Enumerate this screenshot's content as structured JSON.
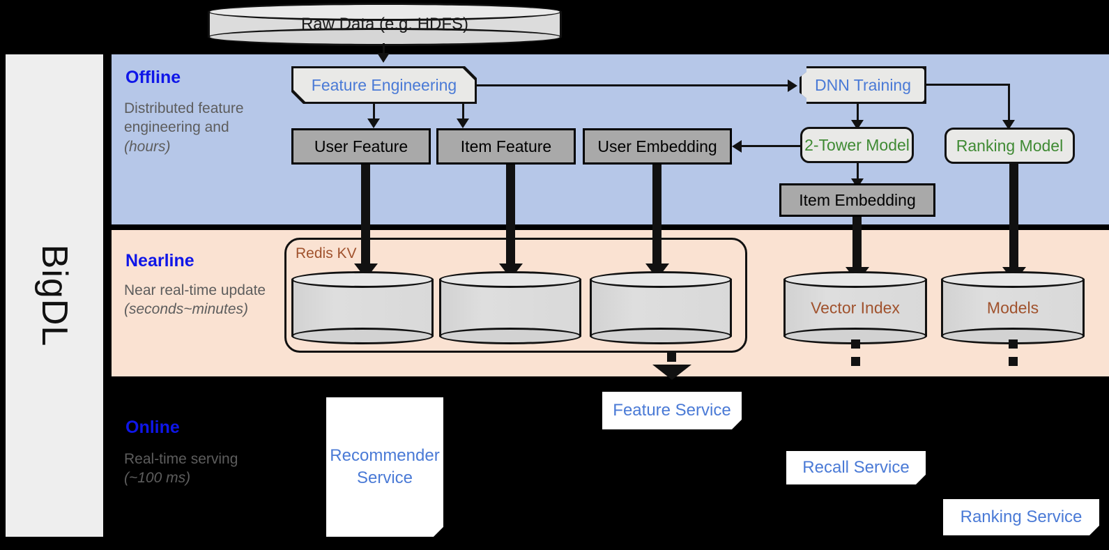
{
  "framework": {
    "name": "BigDL"
  },
  "source": {
    "label": "Raw Data (e.g. HDFS)"
  },
  "layers": [
    {
      "id": "offline",
      "title": "Offline",
      "subtitle": "Distributed feature engineering and ",
      "subtitle_em": "(hours)",
      "band_color": "#b6c7e8"
    },
    {
      "id": "nearline",
      "title": "Nearline",
      "subtitle": "Near real-time update ",
      "subtitle_em": "(seconds~minutes)",
      "band_color": "#fae2d2"
    },
    {
      "id": "online",
      "title": "Online",
      "subtitle": "Real-time serving ",
      "subtitle_em": "(~100 ms)",
      "band_color": "#000000"
    }
  ],
  "offline": {
    "feature_engineering": "Feature Engineering",
    "dnn_training": "DNN Training",
    "user_feature": "User Feature",
    "item_feature": "Item Feature",
    "user_embedding": "User Embedding",
    "two_tower_model": "2-Tower Model",
    "ranking_model": "Ranking Model",
    "item_embedding": "Item Embedding"
  },
  "nearline": {
    "redis_group": "Redis KV",
    "store_1": "",
    "store_2": "",
    "store_3": "",
    "vector_index": "Vector Index",
    "models": "Models"
  },
  "online": {
    "recommender_service": "Recommender Service",
    "feature_service": "Feature Service",
    "recall_service": "Recall Service",
    "ranking_service": "Ranking Service"
  },
  "colors": {
    "title_blue": "#0f16e8",
    "service_blue": "#4a7ad6",
    "model_green": "#3f8a33",
    "store_brown": "#a0522d",
    "offline_band": "#b6c7e8",
    "nearline_band": "#fae2d2",
    "gray_fill": "#a9a9a9"
  }
}
